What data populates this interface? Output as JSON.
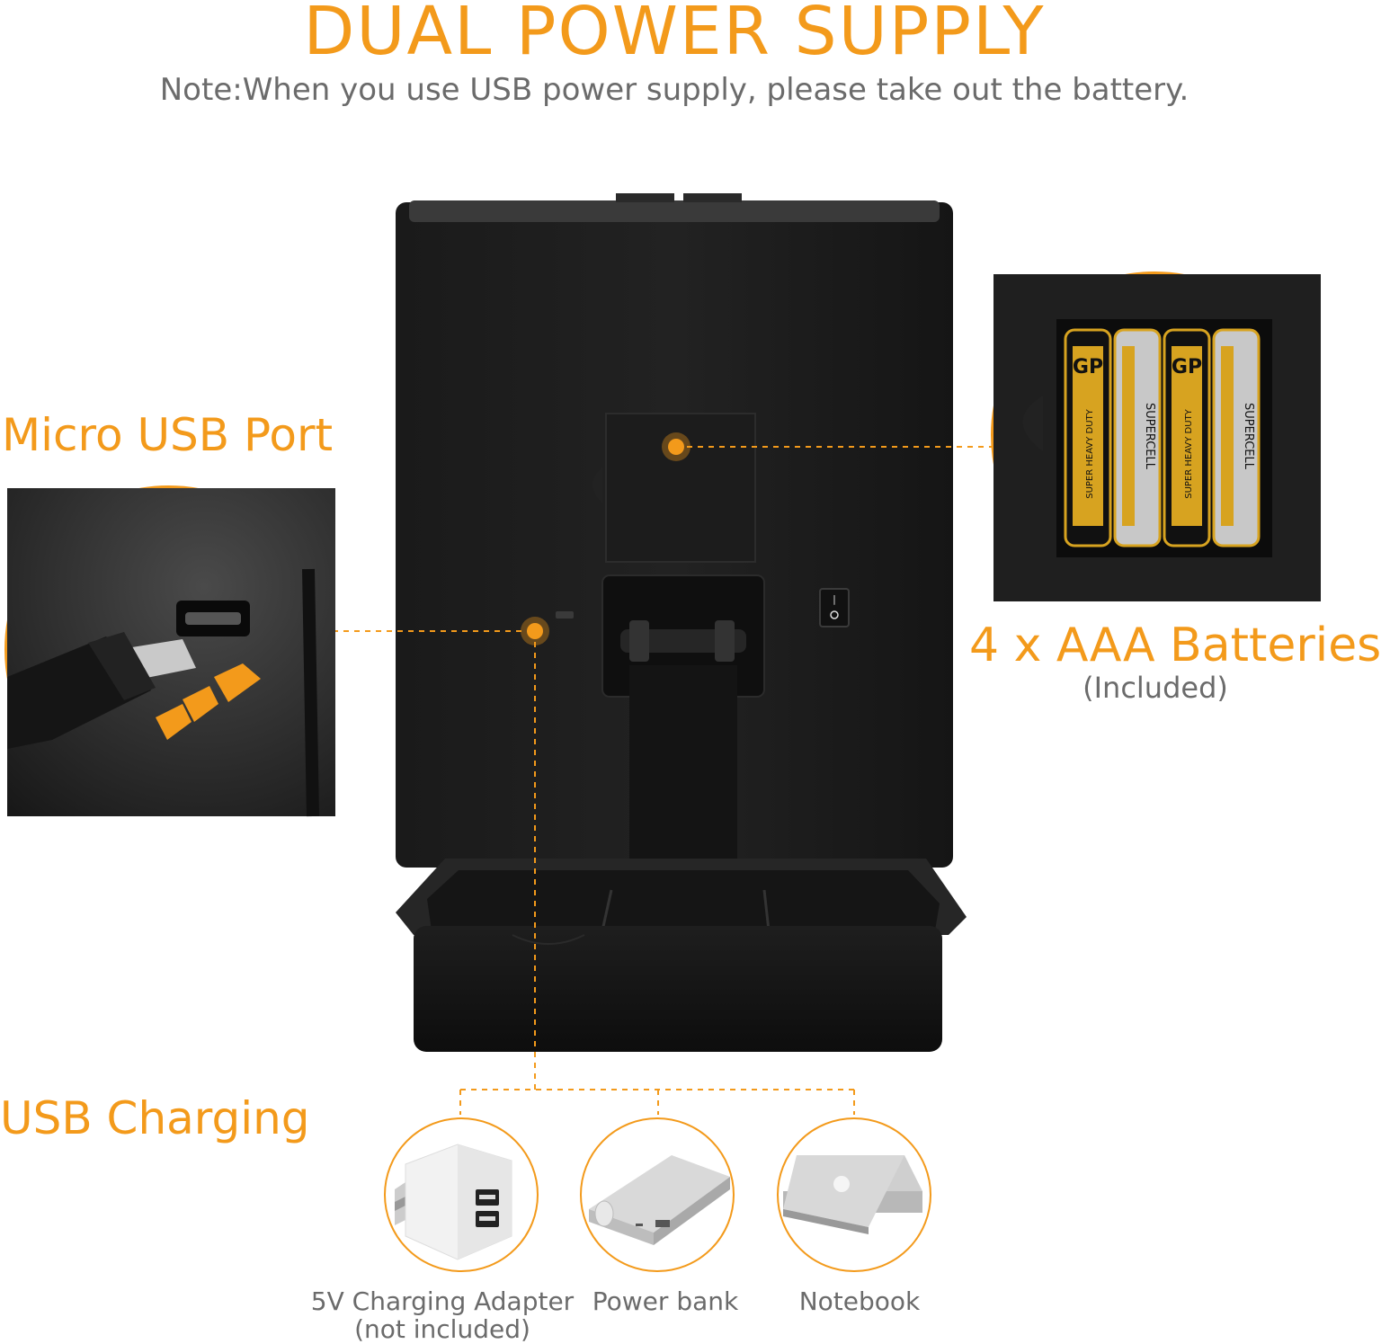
{
  "header": {
    "title": "DUAL POWER SUPPLY",
    "note": "Note:When you use USB power supply, please take out the battery."
  },
  "callouts": {
    "micro_usb": "Micro USB Port",
    "batteries": "4 x AAA Batteries",
    "batteries_note": "(Included)",
    "usb_charging": "USB Charging"
  },
  "battery_print": {
    "brand": "GP",
    "model": "SUPERCELL",
    "subtitle": "SUPER HEAVY DUTY"
  },
  "sources": [
    {
      "label": "5V Charging Adapter",
      "sub": "(not included)",
      "icon": "charging-adapter-icon"
    },
    {
      "label": "Power bank",
      "sub": "",
      "icon": "power-bank-icon"
    },
    {
      "label": "Notebook",
      "sub": "",
      "icon": "notebook-icon"
    }
  ],
  "colors": {
    "accent": "#f39a1b",
    "text_grey": "#6b6b6b",
    "device": "#111111"
  }
}
